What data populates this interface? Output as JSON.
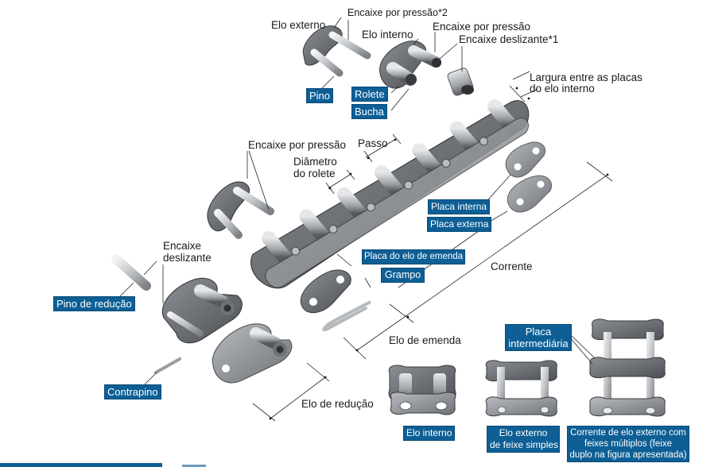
{
  "colors": {
    "tag_background": "#0d5f95",
    "tag_text": "#ffffff",
    "text": "#1a1a1a",
    "metal_light": "#c9ccd0",
    "metal_dark": "#55585c"
  },
  "labels": {
    "elo_externo": "Elo externo",
    "encaixe_pressao_2": "Encaixe por pressão*2",
    "elo_interno_top": "Elo interno",
    "encaixe_pressao_top": "Encaixe por pressão",
    "encaixe_deslizante_1": "Encaixe deslizante*1",
    "largura_line1": "Largura entre as placas",
    "largura_line2": "do elo interno",
    "encaixe_pressao_mid": "Encaixe por pressão",
    "passo": "Passo",
    "diametro_line1": "Diâmetro",
    "diametro_line2": "do rolete",
    "encaixe_desl_line1": "Encaixe",
    "encaixe_desl_line2": "deslizante",
    "corrente": "Corrente",
    "elo_de_emenda": "Elo de emenda",
    "elo_de_reducao": "Elo de redução"
  },
  "tags": {
    "pino": "Pino",
    "rolete": "Rolete",
    "bucha": "Bucha",
    "placa_interna": "Placa interna",
    "placa_externa": "Placa externa",
    "placa_elo_emenda": "Placa do elo de emenda",
    "grampo": "Grampo",
    "pino_reducao": "Pino de redução",
    "contrapino": "Contrapino",
    "placa_intermediaria_line1": "Placa",
    "placa_intermediaria_line2": "intermediária",
    "elo_interno_bottom": "Elo interno",
    "elo_externo_simples_line1": "Elo externo",
    "elo_externo_simples_line2": "de feixe simples",
    "corrente_multiplos_line1": "Corrente de elo externo com",
    "corrente_multiplos_line2": "feixes múltiplos (feixe",
    "corrente_multiplos_line3": "duplo na figura apresentada)"
  }
}
